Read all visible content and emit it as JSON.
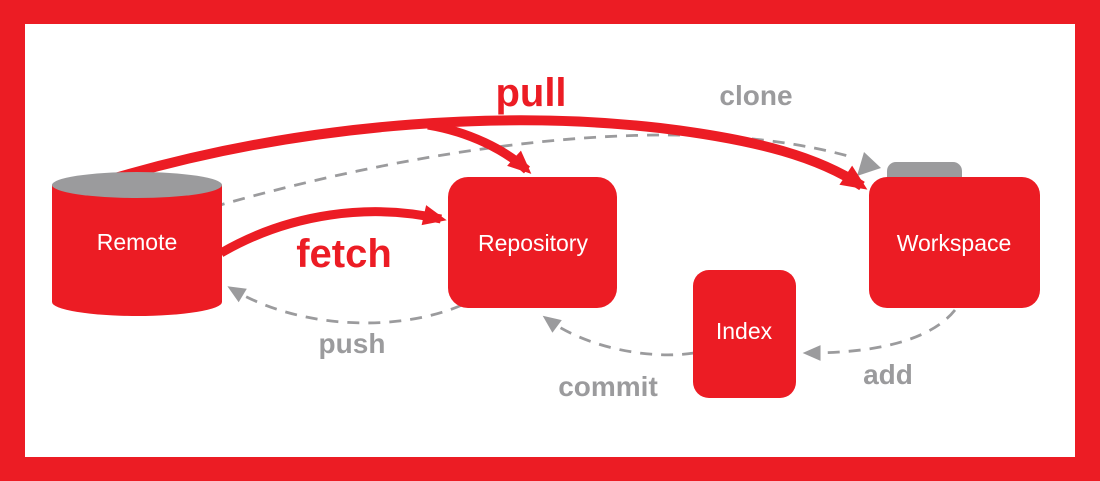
{
  "diagram": {
    "colors": {
      "red": "#EC1C24",
      "gray": "#9B9B9D",
      "background": "#FFFFFF",
      "node_text": "#FFFFFF"
    },
    "nodes": {
      "remote": {
        "label": "Remote",
        "shape": "cylinder"
      },
      "repository": {
        "label": "Repository",
        "shape": "rounded-rect"
      },
      "index": {
        "label": "Index",
        "shape": "rounded-rect"
      },
      "workspace": {
        "label": "Workspace",
        "shape": "folder"
      }
    },
    "edges": {
      "pull": {
        "label": "pull",
        "from": "remote",
        "to": "workspace",
        "also_into": "repository",
        "style": "solid",
        "color": "#EC1C24"
      },
      "clone": {
        "label": "clone",
        "from": "remote",
        "to": "workspace",
        "style": "dashed",
        "color": "#9B9B9D"
      },
      "fetch": {
        "label": "fetch",
        "from": "remote",
        "to": "repository",
        "style": "solid",
        "color": "#EC1C24"
      },
      "push": {
        "label": "push",
        "from": "repository",
        "to": "remote",
        "style": "dashed",
        "color": "#9B9B9D"
      },
      "commit": {
        "label": "commit",
        "from": "index",
        "to": "repository",
        "style": "dashed",
        "color": "#9B9B9D"
      },
      "add": {
        "label": "add",
        "from": "workspace",
        "to": "index",
        "style": "dashed",
        "color": "#9B9B9D"
      }
    }
  }
}
